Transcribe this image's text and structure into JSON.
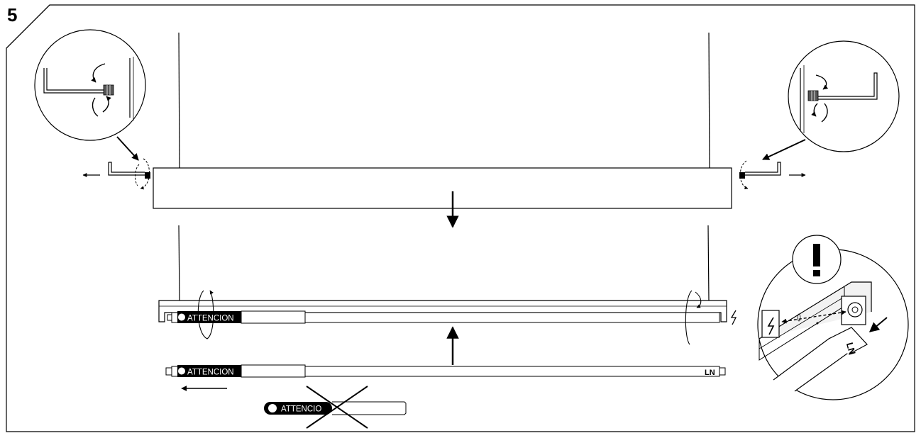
{
  "step_number": "5",
  "labels": {
    "tube_label_installed": "ATTENCION",
    "tube_label_removed": "ATTENCION",
    "tube_label_wrong": "ATTENCIO",
    "ln_tube_end": "LN",
    "ln_detail": "LN",
    "warning": "!"
  },
  "icons": {
    "step_corner": "folded-corner-icon",
    "hex_key_left": "hex-key-icon",
    "hex_key_right": "hex-key-icon",
    "lightning_tube": "lightning-icon",
    "lightning_detail": "lightning-icon",
    "warning": "exclamation-icon",
    "cross_out": "cross-icon"
  },
  "colors": {
    "line": "#000000",
    "background": "#ffffff",
    "label_bg": "#000000",
    "label_text": "#ffffff",
    "detail_fill": "#f2f2f2"
  }
}
